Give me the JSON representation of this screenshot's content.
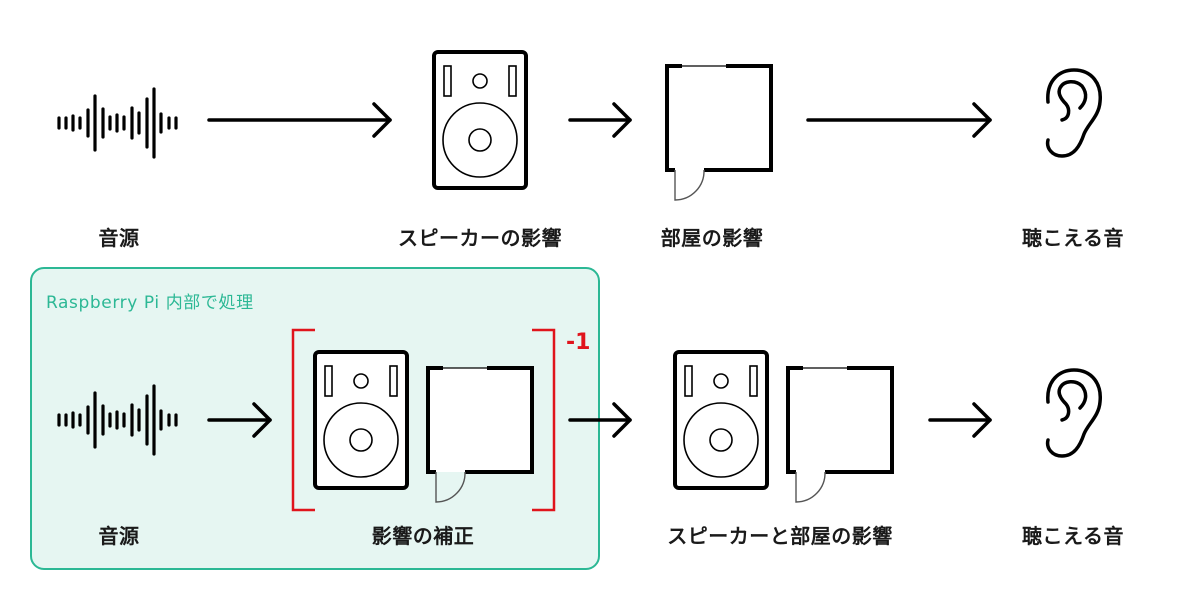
{
  "colors": {
    "stroke": "#000000",
    "pi_border": "#2cb895",
    "pi_fill": "#e6f6f2",
    "pi_text": "#2cb895",
    "bracket": "#e0141c"
  },
  "top_row": {
    "source_label": "音源",
    "speaker_label": "スピーカーの影響",
    "room_label": "部屋の影響",
    "heard_label": "聴こえる音"
  },
  "bottom_row": {
    "pi_box_title": "Raspberry Pi 内部で処理",
    "source_label": "音源",
    "correction_label": "影響の補正",
    "inverse_exponent": "-1",
    "combined_label": "スピーカーと部屋の影響",
    "heard_label": "聴こえる音"
  },
  "icons": {
    "waveform": "waveform-icon",
    "speaker": "speaker-icon",
    "room": "room-floorplan-icon",
    "ear": "ear-icon",
    "arrow": "arrow-right-icon"
  }
}
